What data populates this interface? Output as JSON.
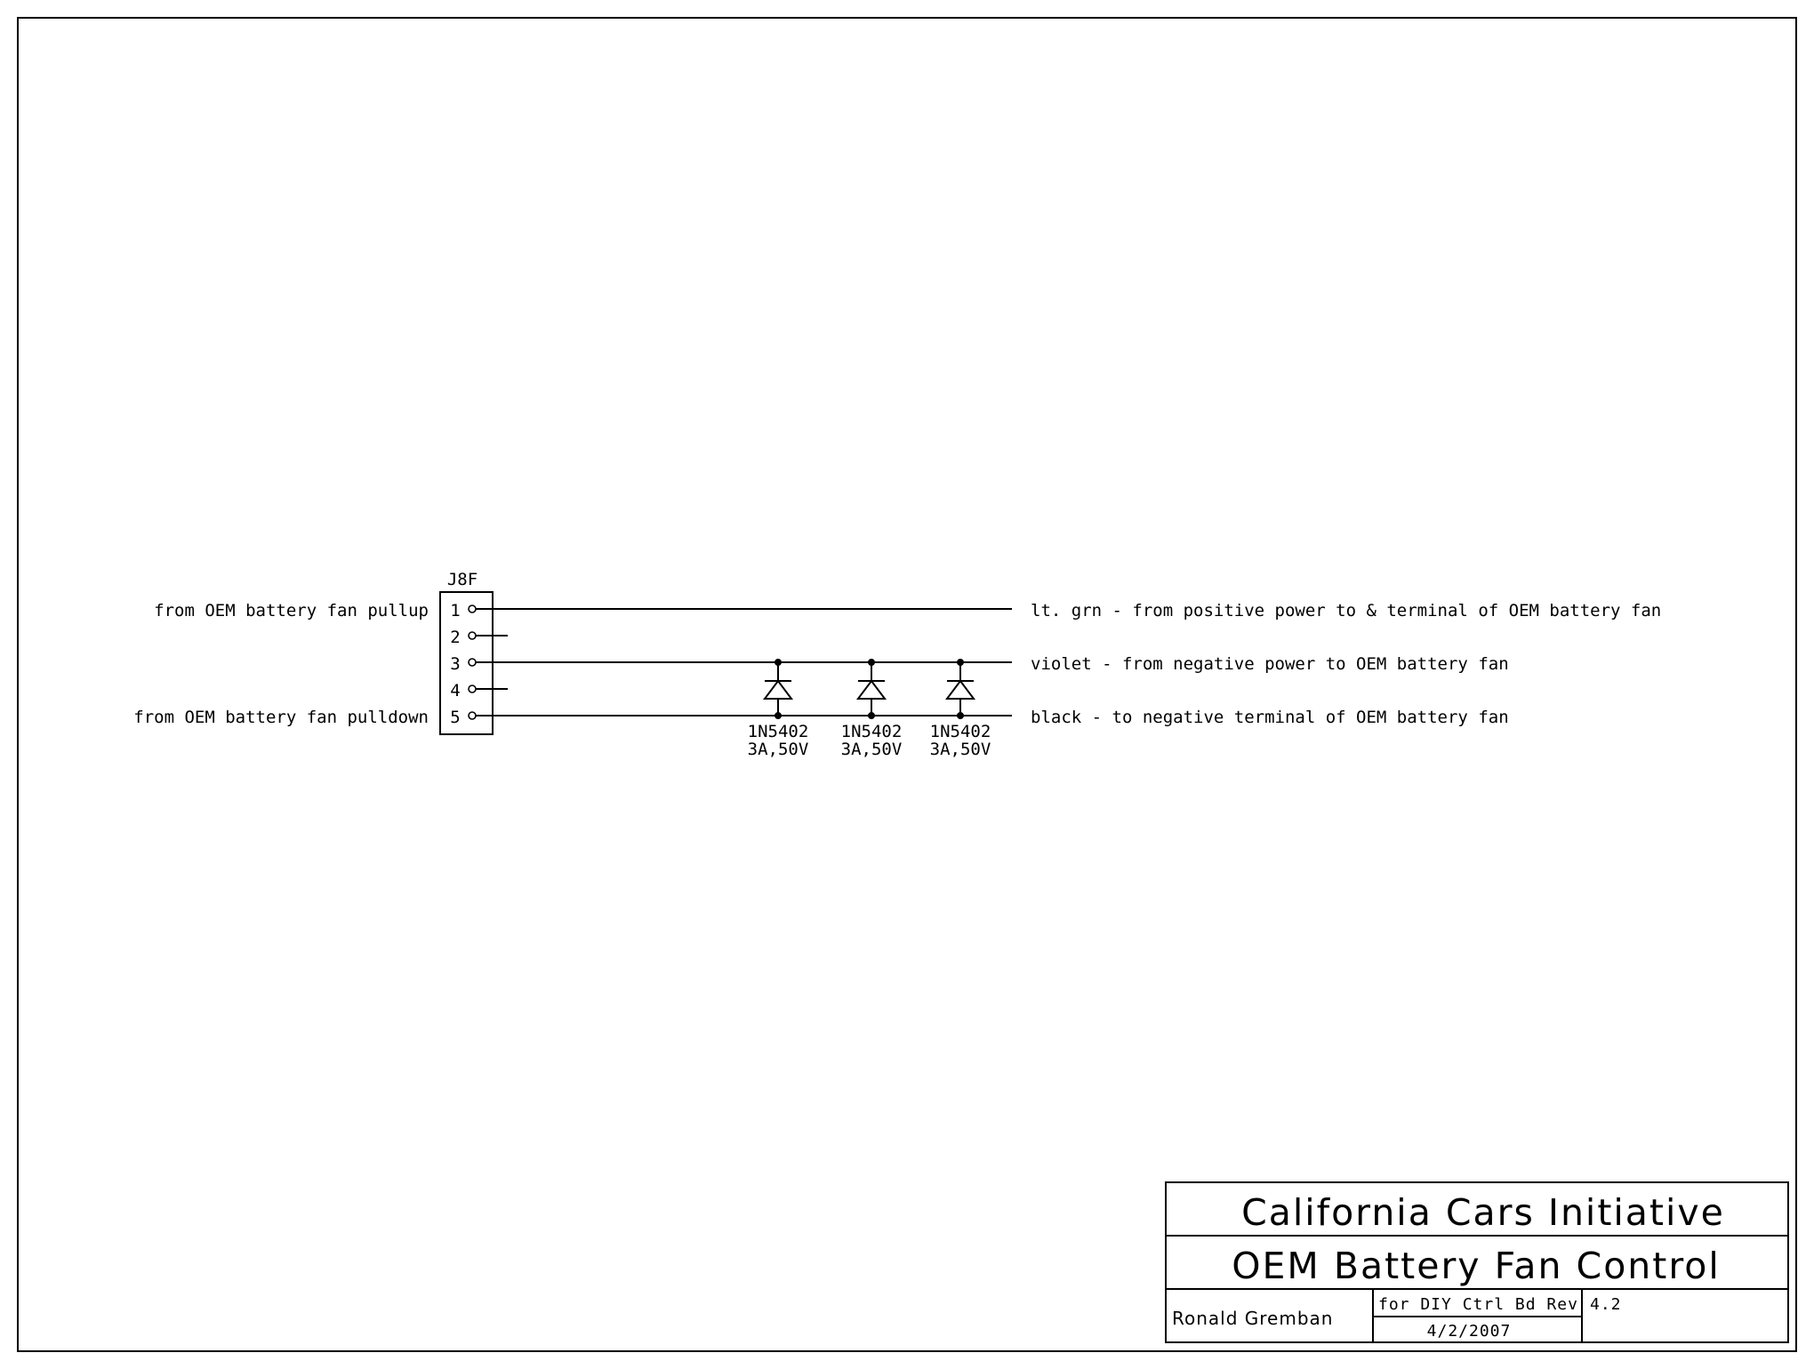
{
  "connector": {
    "ref": "J8F",
    "pins": [
      "1",
      "2",
      "3",
      "4",
      "5"
    ]
  },
  "left_labels": {
    "pin1": "from OEM battery fan pullup",
    "pin5": "from OEM battery fan pulldown"
  },
  "right_labels": {
    "pin1": "lt. grn - from positive power to & terminal of OEM battery fan",
    "pin3": "violet - from negative power to OEM battery fan",
    "pin5": "black - to negative terminal of OEM battery fan"
  },
  "diodes": [
    {
      "part": "1N5402",
      "rating": "3A,50V"
    },
    {
      "part": "1N5402",
      "rating": "3A,50V"
    },
    {
      "part": "1N5402",
      "rating": "3A,50V"
    }
  ],
  "title_block": {
    "organization": "California Cars Initiative",
    "title": "OEM Battery Fan Control",
    "author": "Ronald Gremban",
    "for_label": "for DIY Ctrl Bd Rev",
    "revision": "4.2",
    "date": "4/2/2007"
  }
}
